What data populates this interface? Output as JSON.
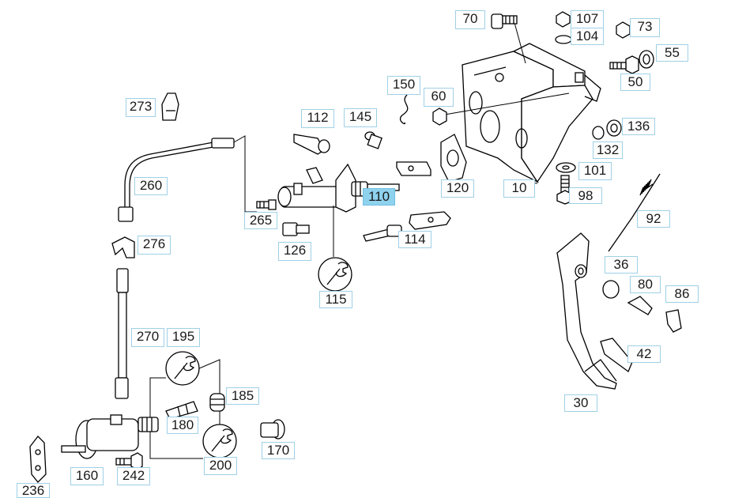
{
  "selected_part": "110",
  "colors": {
    "label_border": "#9fd0e6",
    "selected": "#8fd2ee"
  },
  "callouts": [
    "70",
    "107",
    "104",
    "73",
    "55",
    "50",
    "273",
    "150",
    "60",
    "112",
    "145",
    "136",
    "132",
    "101",
    "98",
    "260",
    "120",
    "10",
    "110",
    "265",
    "92",
    "114",
    "126",
    "36",
    "80",
    "86",
    "115",
    "276",
    "270",
    "195",
    "42",
    "185",
    "180",
    "30",
    "170",
    "160",
    "242",
    "200",
    "236"
  ]
}
